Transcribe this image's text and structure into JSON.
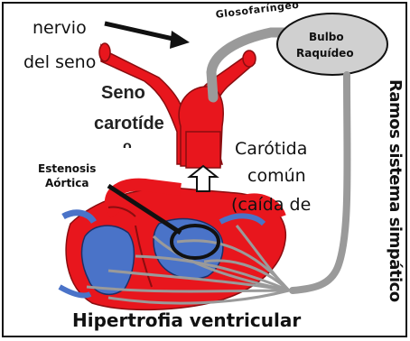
{
  "labels": {
    "nerve_line1": "nervio",
    "nerve_line2": "del seno",
    "glossopharyngeal": "Glosofaríngeo",
    "medulla_line1": "Bulbo",
    "medulla_line2": "Raquídeo",
    "sympathetic": "Ramos sistema simpático",
    "sinus_line1": "Seno",
    "sinus_line2": "carotíde",
    "sinus_line3": "o",
    "carotid_line1": "Carótida",
    "carotid_line2": "común",
    "carotid_line3": "(caída de",
    "stenosis_line1": "Estenosis",
    "stenosis_line2": "Aórtica",
    "hypertrophy": "Hipertrofia ventricular"
  },
  "colors": {
    "artery": "#e8161d",
    "vein": "#4a73c8",
    "nerve": "#9a9a9a",
    "medulla": "#d0d0d0",
    "outline": "#111111"
  },
  "icons": {
    "pressure_arrow": "hollow-up-arrow",
    "stenosis_marker": "ellipse-outline"
  }
}
